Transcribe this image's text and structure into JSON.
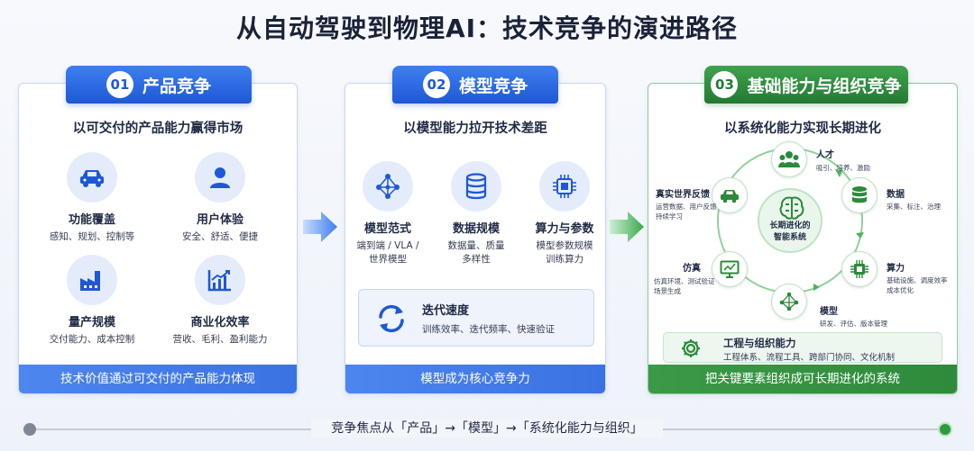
{
  "title": "从自动驾驶到物理AI：技术竞争的演进路径",
  "colors": {
    "blue": "#1f58d6",
    "green": "#237a32",
    "light_blue": "#e4ecfb",
    "light_green": "#eaf6ec"
  },
  "panels": [
    {
      "num": "01",
      "title": "产品竞争",
      "subtitle": "以可交付的产品能力赢得市场",
      "features": [
        {
          "icon": "car-icon",
          "title": "功能覆盖",
          "desc": "感知、规划、控制等"
        },
        {
          "icon": "user-icon",
          "title": "用户体验",
          "desc": "安全、舒适、便捷"
        },
        {
          "icon": "factory-icon",
          "title": "量产规模",
          "desc": "交付能力、成本控制"
        },
        {
          "icon": "growth-chart-icon",
          "title": "商业化效率",
          "desc": "营收、毛利、盈利能力"
        }
      ],
      "footer": "技术价值通过可交付的产品能力体现"
    },
    {
      "num": "02",
      "title": "模型竞争",
      "subtitle": "以模型能力拉开技术差距",
      "features": [
        {
          "icon": "network-icon",
          "title": "模型范式",
          "desc_line1": "端到端 / VLA /",
          "desc_line2": "世界模型"
        },
        {
          "icon": "database-icon",
          "title": "数据规模",
          "desc_line1": "数据量、质量",
          "desc_line2": "多样性"
        },
        {
          "icon": "chip-icon",
          "title": "算力与参数",
          "desc_line1": "模型参数规模",
          "desc_line2": "训练算力"
        }
      ],
      "iteration": {
        "icon": "refresh-icon",
        "title": "迭代速度",
        "desc": "训练效率、迭代频率、快速验证"
      },
      "footer": "模型成为核心竞争力"
    },
    {
      "num": "03",
      "title": "基础能力与组织竞争",
      "subtitle": "以系统化能力实现长期进化",
      "core": {
        "icon": "brain-icon",
        "line1": "长期进化的",
        "line2": "智能系统"
      },
      "nodes": [
        {
          "icon": "team-icon",
          "title": "人才",
          "desc_line1": "吸引、培养、激励",
          "desc_line2": ""
        },
        {
          "icon": "database-icon",
          "title": "数据",
          "desc_line1": "采集、标注、治理",
          "desc_line2": ""
        },
        {
          "icon": "chip-icon",
          "title": "算力",
          "desc_line1": "基础设施、调度效率",
          "desc_line2": "成本优化"
        },
        {
          "icon": "network-icon",
          "title": "模型",
          "desc_line1": "研发、评估、版本管理",
          "desc_line2": ""
        },
        {
          "icon": "monitor-icon",
          "title": "仿真",
          "desc_line1": "仿真环境、测试验证",
          "desc_line2": "场景生成"
        },
        {
          "icon": "car-icon",
          "title": "真实世界反馈",
          "desc_line1": "运营数据、用户反馈",
          "desc_line2": "持续学习"
        }
      ],
      "engineering": {
        "icon": "gear-icon",
        "title": "工程与组织能力",
        "desc": "工程体系、流程工具、跨部门协同、文化机制"
      },
      "footer": "把关键要素组织成可长期进化的系统"
    }
  ],
  "timeline": "竞争焦点从「产品」→「模型」→「系统化能力与组织」"
}
